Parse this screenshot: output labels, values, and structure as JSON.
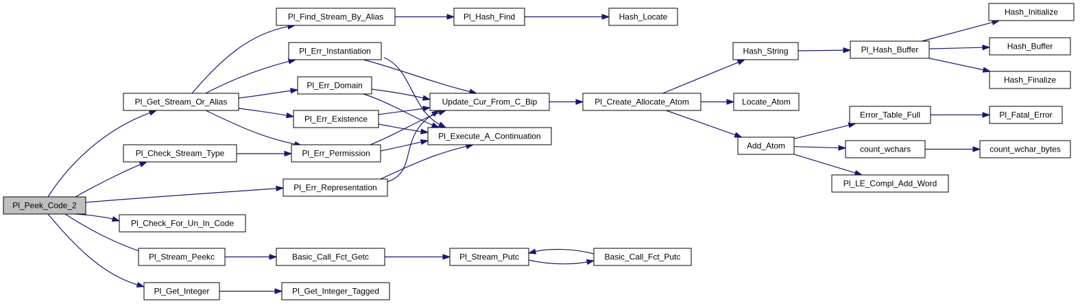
{
  "colors": {
    "edge": "#191970",
    "node_fill": "#ffffff",
    "root_fill": "#bfbfbf",
    "node_border": "#000000"
  },
  "nodes": [
    {
      "id": "peek",
      "label": "Pl_Peek_Code_2",
      "root": true
    },
    {
      "id": "getstream",
      "label": "Pl_Get_Stream_Or_Alias"
    },
    {
      "id": "checktype",
      "label": "Pl_Check_Stream_Type"
    },
    {
      "id": "checkun",
      "label": "Pl_Check_For_Un_In_Code"
    },
    {
      "id": "peekc",
      "label": "Pl_Stream_Peekc"
    },
    {
      "id": "getint",
      "label": "Pl_Get_Integer"
    },
    {
      "id": "findalias",
      "label": "Pl_Find_Stream_By_Alias"
    },
    {
      "id": "errinst",
      "label": "Pl_Err_Instantiation"
    },
    {
      "id": "errdom",
      "label": "Pl_Err_Domain"
    },
    {
      "id": "errexist",
      "label": "Pl_Err_Existence"
    },
    {
      "id": "errperm",
      "label": "Pl_Err_Permission"
    },
    {
      "id": "errrep",
      "label": "Pl_Err_Representation"
    },
    {
      "id": "getc",
      "label": "Basic_Call_Fct_Getc"
    },
    {
      "id": "getinttag",
      "label": "Pl_Get_Integer_Tagged"
    },
    {
      "id": "hashfind",
      "label": "Pl_Hash_Find"
    },
    {
      "id": "updcur",
      "label": "Update_Cur_From_C_Bip"
    },
    {
      "id": "execcont",
      "label": "Pl_Execute_A_Continuation"
    },
    {
      "id": "putc",
      "label": "Pl_Stream_Putc"
    },
    {
      "id": "hashlocate",
      "label": "Hash_Locate"
    },
    {
      "id": "createatom",
      "label": "Pl_Create_Allocate_Atom"
    },
    {
      "id": "bputc",
      "label": "Basic_Call_Fct_Putc"
    },
    {
      "id": "hashstring",
      "label": "Hash_String"
    },
    {
      "id": "locateatom",
      "label": "Locate_Atom"
    },
    {
      "id": "addatom",
      "label": "Add_Atom"
    },
    {
      "id": "hashbuffer",
      "label": "Pl_Hash_Buffer"
    },
    {
      "id": "errtable",
      "label": "Error_Table_Full"
    },
    {
      "id": "countw",
      "label": "count_wchars"
    },
    {
      "id": "lecompl",
      "label": "Pl_LE_Compl_Add_Word"
    },
    {
      "id": "hinit",
      "label": "Hash_Initialize"
    },
    {
      "id": "hbuf",
      "label": "Hash_Buffer"
    },
    {
      "id": "hfin",
      "label": "Hash_Finalize"
    },
    {
      "id": "fatal",
      "label": "Pl_Fatal_Error"
    },
    {
      "id": "countwb",
      "label": "count_wchar_bytes"
    }
  ],
  "edges": [
    [
      "peek",
      "getstream"
    ],
    [
      "peek",
      "checktype"
    ],
    [
      "peek",
      "errrep"
    ],
    [
      "peek",
      "checkun"
    ],
    [
      "peek",
      "peekc"
    ],
    [
      "peek",
      "getint"
    ],
    [
      "getstream",
      "findalias"
    ],
    [
      "getstream",
      "errinst"
    ],
    [
      "getstream",
      "errdom"
    ],
    [
      "getstream",
      "errexist"
    ],
    [
      "getstream",
      "errperm"
    ],
    [
      "checktype",
      "errperm"
    ],
    [
      "findalias",
      "hashfind"
    ],
    [
      "hashfind",
      "hashlocate"
    ],
    [
      "errinst",
      "updcur"
    ],
    [
      "errinst",
      "execcont"
    ],
    [
      "errdom",
      "updcur"
    ],
    [
      "errdom",
      "execcont"
    ],
    [
      "errexist",
      "updcur"
    ],
    [
      "errexist",
      "execcont"
    ],
    [
      "errperm",
      "updcur"
    ],
    [
      "errperm",
      "execcont"
    ],
    [
      "errrep",
      "updcur"
    ],
    [
      "errrep",
      "execcont"
    ],
    [
      "updcur",
      "createatom"
    ],
    [
      "createatom",
      "hashstring"
    ],
    [
      "createatom",
      "locateatom"
    ],
    [
      "createatom",
      "addatom"
    ],
    [
      "hashstring",
      "hashbuffer"
    ],
    [
      "hashbuffer",
      "hinit"
    ],
    [
      "hashbuffer",
      "hbuf"
    ],
    [
      "hashbuffer",
      "hfin"
    ],
    [
      "addatom",
      "errtable"
    ],
    [
      "addatom",
      "countw"
    ],
    [
      "addatom",
      "lecompl"
    ],
    [
      "errtable",
      "fatal"
    ],
    [
      "countw",
      "countwb"
    ],
    [
      "peekc",
      "getc"
    ],
    [
      "getc",
      "putc"
    ],
    [
      "putc",
      "bputc"
    ],
    [
      "bputc",
      "putc"
    ],
    [
      "getint",
      "getinttag"
    ]
  ]
}
